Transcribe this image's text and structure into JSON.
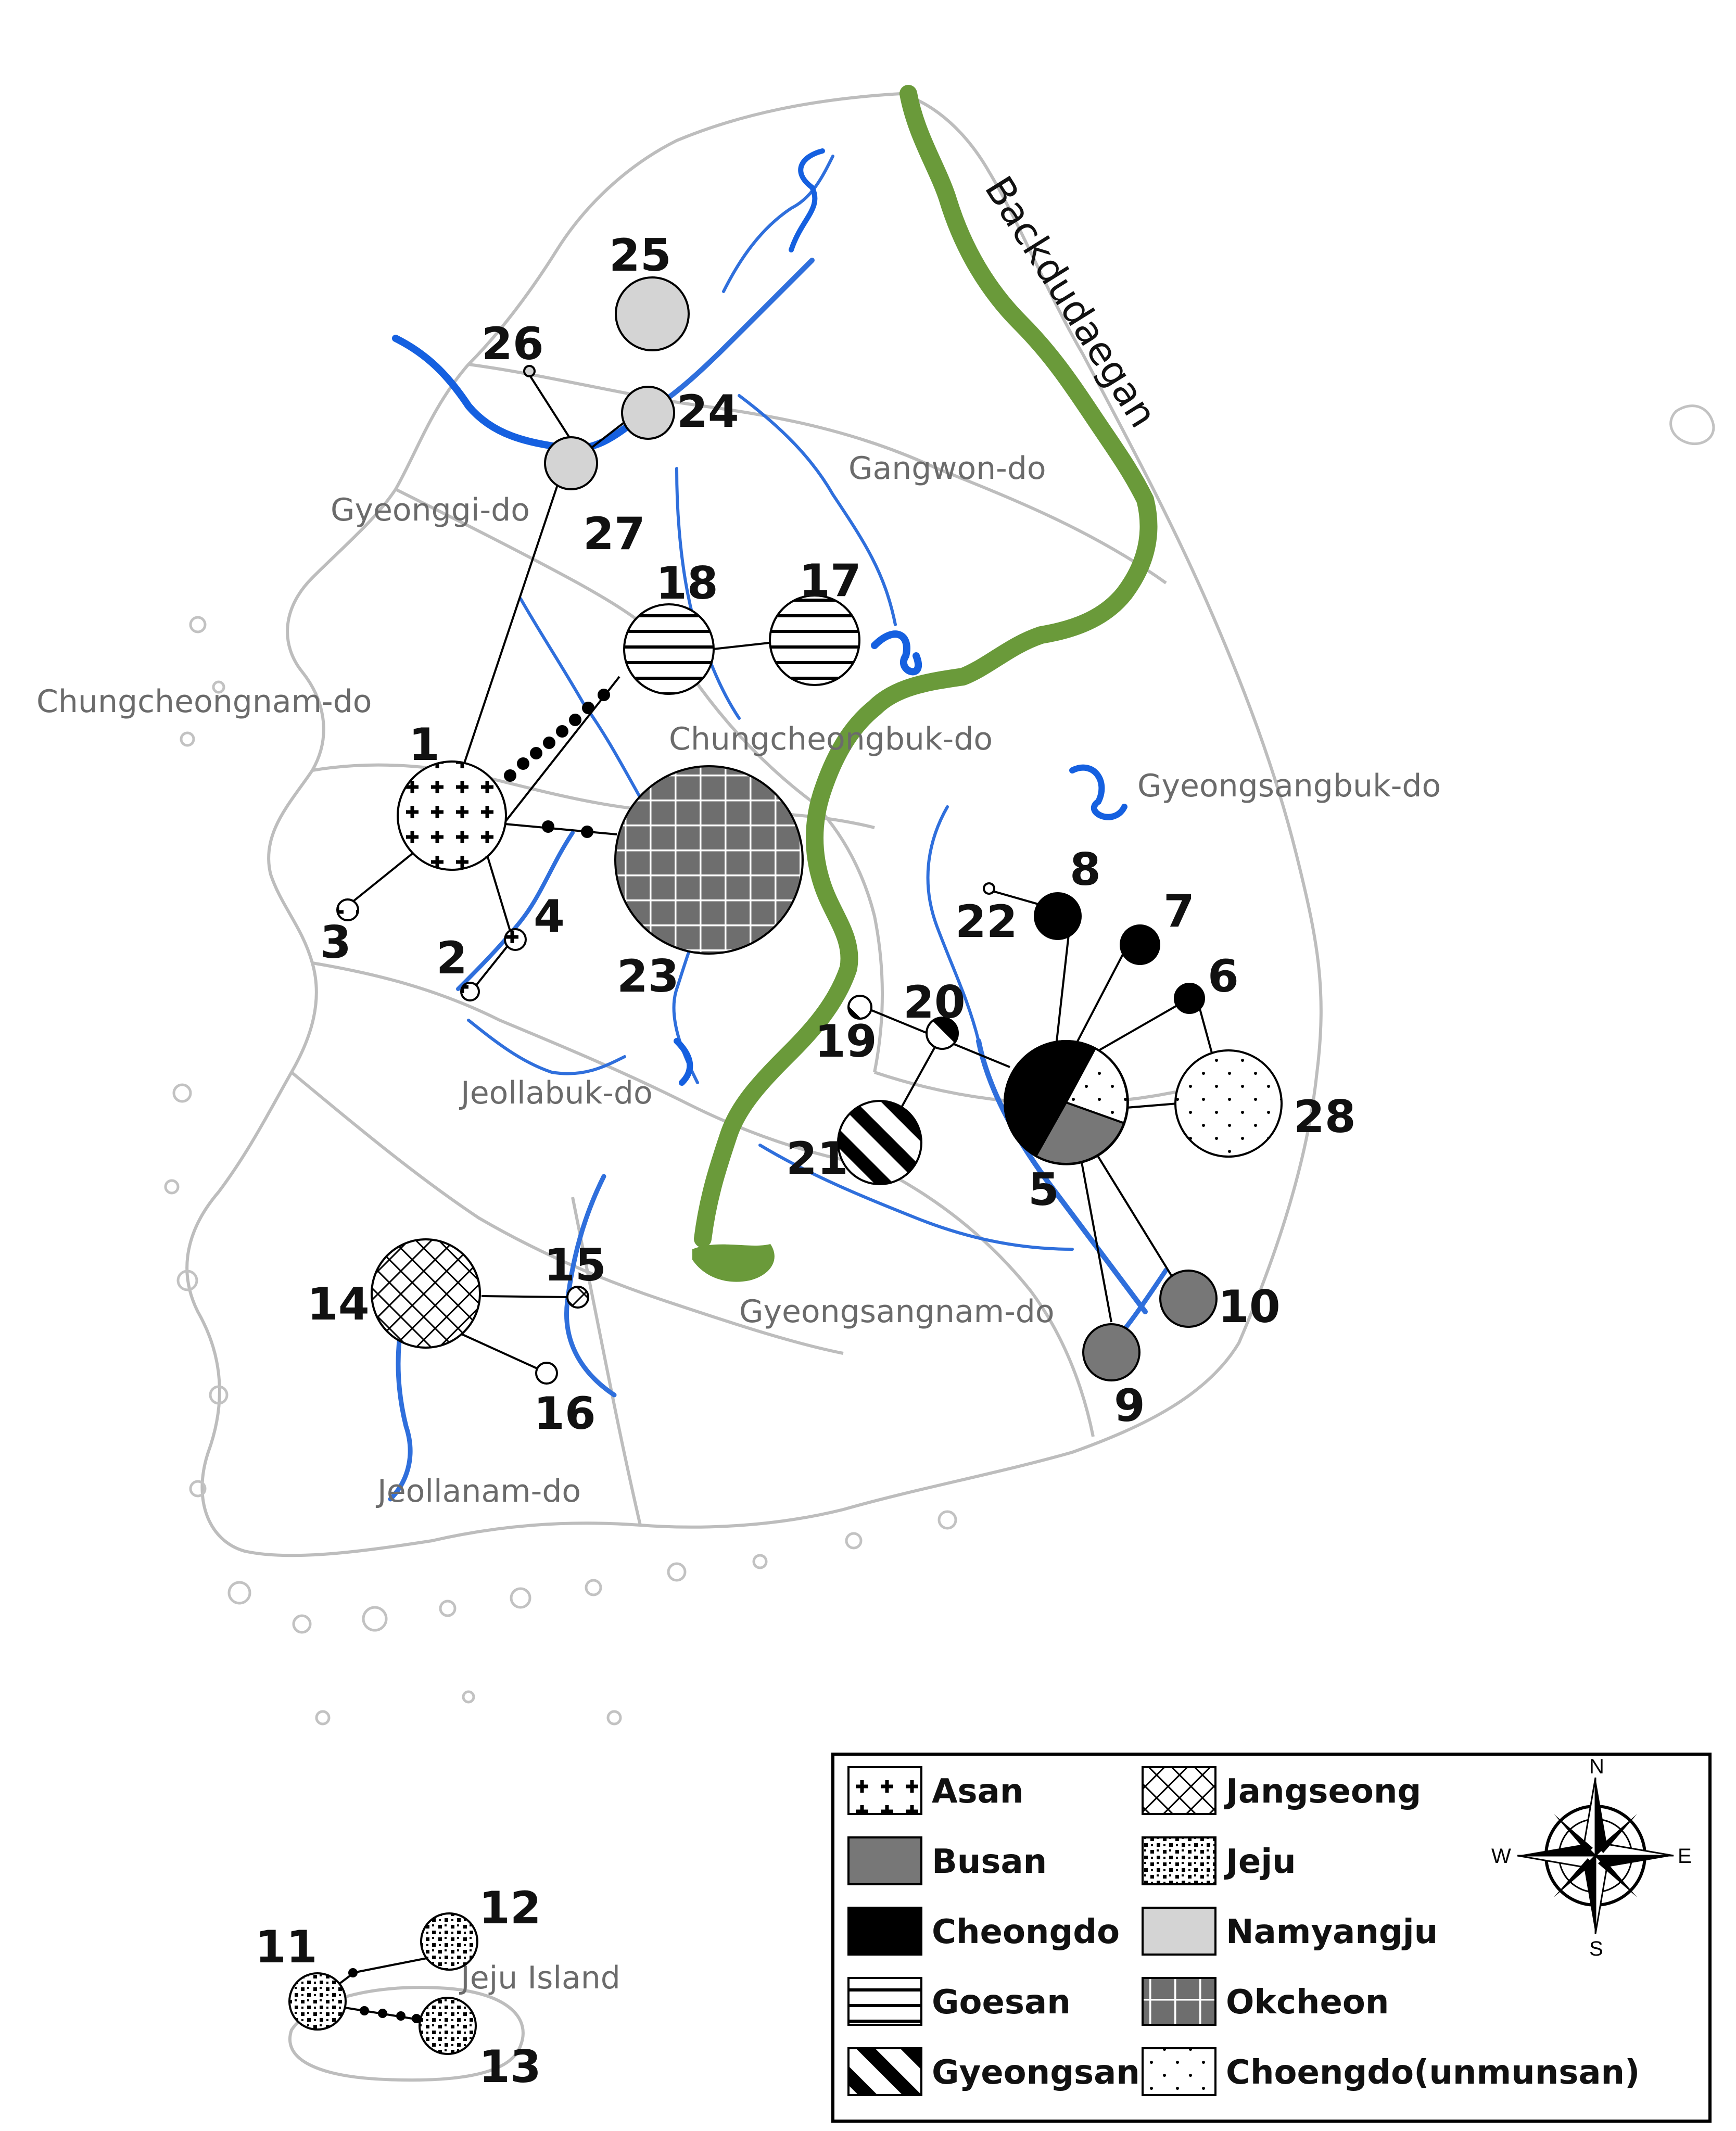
{
  "map": {
    "ridge_label": "Backdudaegan",
    "island_label": "Jeju Island",
    "regions": [
      {
        "id": "gangwon",
        "label": "Gangwon-do"
      },
      {
        "id": "gyeonggi",
        "label": "Gyeonggi-do"
      },
      {
        "id": "chungnam",
        "label": "Chungcheongnam-do"
      },
      {
        "id": "chungbuk",
        "label": "Chungcheongbuk-do"
      },
      {
        "id": "gyeongbuk",
        "label": "Gyeongsangbuk-do"
      },
      {
        "id": "jeonbuk",
        "label": "Jeollabuk-do"
      },
      {
        "id": "gyeongnam",
        "label": "Gyeongsangnam-do"
      },
      {
        "id": "jeonnam",
        "label": "Jeollanam-do"
      }
    ],
    "haplotypes": [
      "1",
      "2",
      "3",
      "4",
      "5",
      "6",
      "7",
      "8",
      "9",
      "10",
      "11",
      "12",
      "13",
      "14",
      "15",
      "16",
      "17",
      "18",
      "19",
      "20",
      "21",
      "22",
      "23",
      "24",
      "25",
      "26",
      "27",
      "28"
    ]
  },
  "legend": {
    "items": [
      {
        "label": "Asan",
        "pattern": "cross"
      },
      {
        "label": "Busan",
        "pattern": "gray"
      },
      {
        "label": "Cheongdo",
        "pattern": "black"
      },
      {
        "label": "Goesan",
        "pattern": "hlines"
      },
      {
        "label": "Gyeongsan",
        "pattern": "diag"
      },
      {
        "label": "Jangseong",
        "pattern": "xhatch"
      },
      {
        "label": "Jeju",
        "pattern": "dense"
      },
      {
        "label": "Namyangju",
        "pattern": "light"
      },
      {
        "label": "Okcheon",
        "pattern": "grid"
      },
      {
        "label": "Choengdo(unmunsan)",
        "pattern": "dots"
      }
    ]
  },
  "compass": {
    "n": "N",
    "s": "S",
    "e": "E",
    "w": "W"
  },
  "colors": {
    "ridge": "#6a9a3a",
    "river": "#2f6fdc",
    "boundary": "#b9b9b9",
    "busan_gray": "#777777",
    "namyangju_gray": "#d4d4d4",
    "okcheon_gray": "#6e6e6e"
  }
}
